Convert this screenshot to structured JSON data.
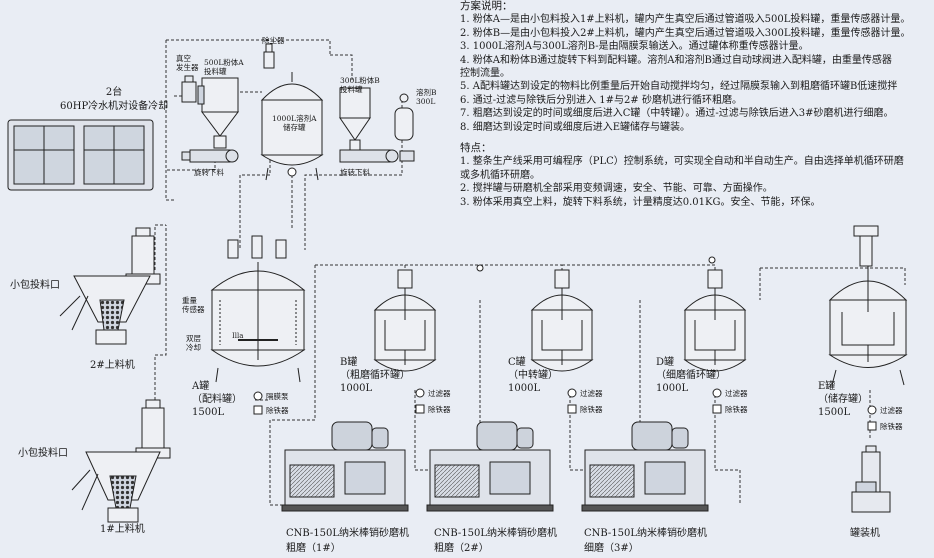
{
  "notes": {
    "heading": "方案说明：",
    "lines": [
      "1. 粉体A—是由小包料投入1#上料机，罐内产生真空后通过管道吸入500L投料罐，重量传感器计量。",
      "2. 粉体B—是由小包料投入2#上料机，罐内产生真空后通过管道吸入300L投料罐，重量传感器计量。",
      "3. 1000L溶剂A与300L溶剂B-是由隔膜泵输送入。通过罐体称重传感器计量。",
      "4. 粉体A和粉体B通过旋转下料到配料罐。溶剂A和溶剂B通过自动球阀进入配料罐，由重量传感器",
      "   控制流量。",
      "5. A配料罐达到设定的物料比例重量后开始自动搅拌均匀，经过隔膜泵输入到粗磨循环罐B低速搅拌",
      "6. 通过-过滤与除铁后分别进入 1#与2# 砂磨机进行循环粗磨。",
      "7. 粗磨达到设定的时间或细度后进入C罐（中转罐）。通过-过滤与除铁后进入3#砂磨机进行细磨。",
      "8. 细磨达到设定时间或细度后进入E罐储存与罐装。"
    ],
    "features_heading": "特点：",
    "features": [
      "1. 整条生产线采用可编程序（PLC）控制系统，可实现全自动和半自动生产。自由选择单机循环研磨",
      "   或多机循环研磨。",
      "2. 搅拌罐与研磨机全部采用变频调速，安全、节能、可靠、方面操作。",
      "3. 粉体采用真空上料，旋转下料系统，计量精度达0.01KG。安全、节能，环保。"
    ]
  },
  "labels": {
    "chiller": "2台\n60HP冷水机对设备冷却",
    "vacuum": "真空\n发生器",
    "feed500": "500L粉体A\n投料罐",
    "dust": "除尘器",
    "store1000": "1000L溶剂A\n储存罐",
    "feed300": "300L粉体B\n投料罐",
    "solvent_b": "溶剂B\n300L",
    "rotary1": "旋转下料",
    "rotary2": "旋转下料",
    "weight_sensor": "重量\n传感器",
    "double_cool": "双层\n冷却",
    "small_bag": "小包投料口",
    "feeder2": "2#上料机",
    "feeder1": "1#上料机",
    "tank_a": "A罐\n（配料罐）\n1500L",
    "diaphragm": "隔膜泵",
    "iron_a": "除铁器",
    "tank_b": "B罐\n（粗磨循环罐）\n1000L",
    "tank_c": "C罐\n（中转罐）\n1000L",
    "tank_d": "D罐\n（细磨循环罐）\n1000L",
    "tank_e": "E罐\n（储存罐）\n1500L",
    "filter": "过滤器",
    "iron": "除铁器",
    "mill1": "CNB-150L纳米棒销砂磨机\n粗磨（1#）",
    "mill2": "CNB-150L纳米棒销砂磨机\n粗磨（2#）",
    "mill3": "CNB-150L纳米棒销砂磨机\n细磨（3#）",
    "filler": "罐装机",
    "hint_a": "Illa"
  },
  "colors": {
    "background": "#e9edf4",
    "line": "#222222",
    "dashed": "#333333"
  }
}
